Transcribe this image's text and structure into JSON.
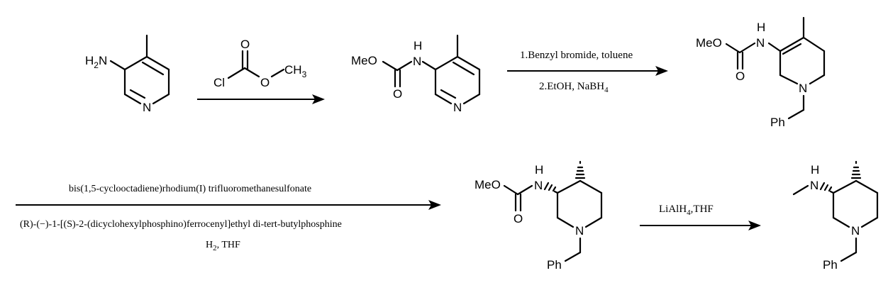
{
  "atoms": {
    "h2n": "H",
    "h2n_sub": "2",
    "h2n_n": "N",
    "n": "N",
    "o": "O",
    "cl": "Cl",
    "ch3": "CH",
    "ch3_sub": "3",
    "meo": "MeO",
    "h": "H",
    "ph": "Ph"
  },
  "steps": {
    "step1_reagent": "methyl chloroformate",
    "step2": {
      "line1": "1.Benzyl bromide, toluene",
      "line2_prefix": "2.EtOH, NaBH",
      "line2_sub": "4"
    },
    "step3": {
      "line1": "bis(1,5-cyclooctadiene)rhodium(I) trifluoromethanesulfonate",
      "line2": "(R)-(−)-1-[(S)-2-(dicyclohexylphosphino)ferrocenyl]ethyl di-tert-butylphosphine",
      "line3_prefix": "H",
      "line3_sub": "2",
      "line3_suffix": ", THF"
    },
    "step4": {
      "prefix": "LiAlH",
      "sub": "4",
      "suffix": ",THF"
    }
  }
}
